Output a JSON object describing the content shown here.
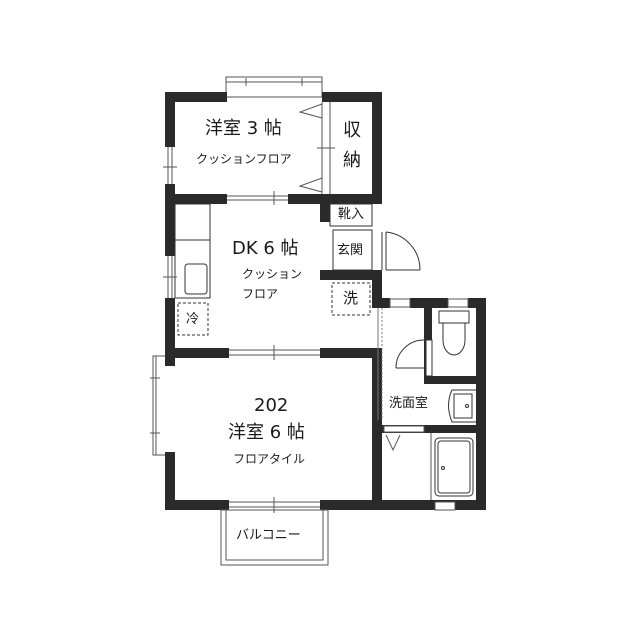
{
  "floor_plan": {
    "unit_number": "202",
    "rooms": [
      {
        "id": "western-room-3",
        "name": "洋室 3 帖",
        "flooring": "クッションフロア"
      },
      {
        "id": "storage",
        "name_line1": "収",
        "name_line2": "納"
      },
      {
        "id": "shoe-storage",
        "name": "靴入"
      },
      {
        "id": "entrance",
        "name": "玄関"
      },
      {
        "id": "dining-kitchen",
        "name": "DK 6 帖",
        "flooring_line1": "クッション",
        "flooring_line2": "フロア"
      },
      {
        "id": "washing-machine",
        "name": "洗"
      },
      {
        "id": "refrigerator",
        "name": "冷"
      },
      {
        "id": "washroom",
        "name": "洗面室"
      },
      {
        "id": "western-room-6",
        "name": "洋室 6 帖",
        "flooring": "フロアタイル"
      },
      {
        "id": "balcony",
        "name": "バルコニー"
      }
    ],
    "colors": {
      "wall": "#2a2a2a",
      "line": "#333333",
      "background": "#ffffff"
    }
  }
}
